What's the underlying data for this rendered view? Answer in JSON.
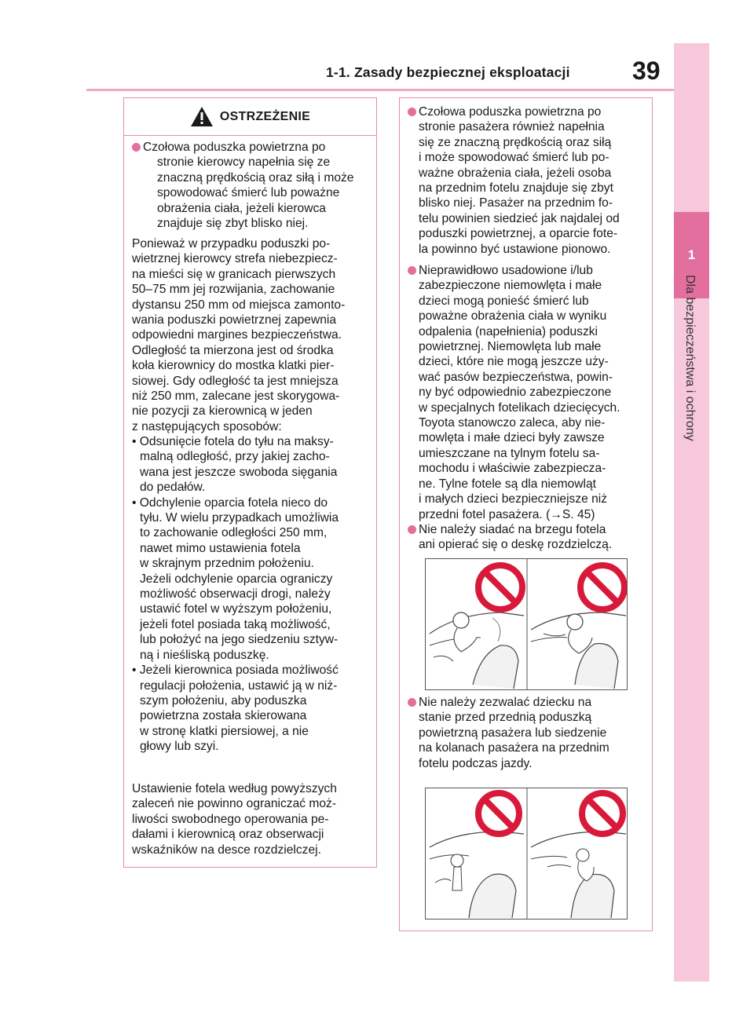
{
  "header": {
    "title": "1-1. Zasady bezpiecznej eksploatacji",
    "page_number": "39"
  },
  "side_tab": {
    "chapter": "1",
    "text": "Dla bezpieczeństwa i ochrony"
  },
  "warning": {
    "label": "OSTRZEŻENIE",
    "bullet1": [
      "Czołowa poduszka powietrzna po",
      "stronie kierowcy napełnia się ze",
      "znaczną prędkością oraz siłą i może",
      "spowodować śmierć lub poważne",
      "obrażenia ciała, jeżeli kierowca",
      "znajduje się zbyt blisko niej."
    ],
    "para1": [
      "Ponieważ w przypadku poduszki po-",
      "wietrznej kierowcy strefa niebezpiecz-",
      "na mieści się w granicach pierwszych",
      "50–75 mm jej rozwijania, zachowanie",
      "dystansu 250 mm od miejsca zamonto-",
      "wania poduszki powietrznej zapewnia",
      "odpowiedni margines bezpieczeństwa.",
      "Odległość ta mierzona jest od środka",
      "koła kierownicy do mostka klatki pier-",
      "siowej. Gdy odległość ta jest mniejsza",
      "niż 250 mm, zalecane jest skorygowa-",
      "nie pozycji za kierownicą w jeden",
      "z następujących sposobów:"
    ],
    "list": [
      {
        "first": "• Odsunięcie fotela do tyłu na maksy-",
        "rest": [
          "malną odległość, przy jakiej zacho-",
          "wana jest jeszcze swoboda sięgania",
          "do pedałów."
        ]
      },
      {
        "first": "• Odchylenie oparcia fotela nieco do",
        "rest": [
          "tyłu. W wielu przypadkach umożliwia",
          "to zachowanie odległości 250 mm,",
          "nawet mimo ustawienia fotela",
          "w skrajnym przednim położeniu.",
          "Jeżeli odchylenie oparcia ograniczy",
          "możliwość obserwacji drogi, należy",
          "ustawić fotel w wyższym położeniu,",
          "jeżeli fotel posiada taką możliwość,",
          "lub położyć na jego siedzeniu sztyw-",
          "ną i nieśliską poduszkę."
        ]
      },
      {
        "first": "• Jeżeli kierownica posiada możliwość",
        "rest": [
          "regulacji położenia, ustawić ją w niż-",
          "szym położeniu, aby poduszka",
          "powietrzna została skierowana",
          "w stronę klatki piersiowej, a nie",
          "głowy lub szyi."
        ]
      }
    ],
    "para2": [
      "Ustawienie fotela według powyższych",
      "zaleceń nie powinno ograniczać moż-",
      "liwości swobodnego operowania pe-",
      "dałami i kierownicą oraz obserwacji",
      "wskaźników na desce rozdzielczej."
    ]
  },
  "right": {
    "bullet1": [
      "Czołowa poduszka powietrzna po",
      "stronie pasażera również napełnia",
      "się ze znaczną prędkością oraz siłą",
      "i może spowodować śmierć lub po-",
      "ważne obrażenia ciała, jeżeli osoba",
      "na przednim fotelu znajduje się zbyt",
      "blisko niej. Pasażer na przednim fo-",
      "telu powinien siedzieć jak najdalej od",
      "poduszki powietrznej, a oparcie fote-",
      "la powinno być ustawione pionowo."
    ],
    "bullet2": [
      "Nieprawidłowo usadowione i/lub",
      "zabezpieczone niemowlęta i małe",
      "dzieci mogą ponieść śmierć lub",
      "poważne obrażenia ciała w wyniku",
      "odpalenia (napełnienia) poduszki",
      "powietrznej. Niemowlęta lub małe",
      "dzieci, które nie mogą jeszcze uży-",
      "wać pasów bezpieczeństwa, powin-",
      "ny być odpowiednio zabezpieczone",
      "w specjalnych fotelikach dziecięcych.",
      "Toyota stanowczo zaleca, aby nie-",
      "mowlęta i małe dzieci były zawsze",
      "umieszczane na tylnym fotelu sa-",
      "mochodu i właściwie zabezpiecza-",
      "ne. Tylne fotele są dla niemowląt",
      "i małych dzieci bezpieczniejsze niż",
      "przedni fotel pasażera. (→S. 45)"
    ],
    "bullet3": [
      "Nie należy siadać na brzegu fotela",
      "ani opierać się o deskę rozdzielczą."
    ],
    "bullet4": [
      "Nie należy zezwalać dziecku na",
      "stanie przed przednią poduszką",
      "powietrzną pasażera lub siedzenie",
      "na kolanach pasażera na przednim",
      "fotelu podczas jazdy."
    ]
  },
  "colors": {
    "accent_pink": "#e26f9e",
    "tab_pink": "#f7c8da",
    "prohibition_red": "#d8193a"
  }
}
